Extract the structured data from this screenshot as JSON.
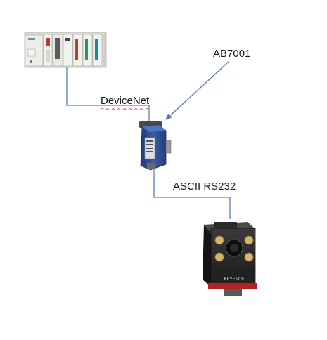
{
  "labels": {
    "gateway_model": "AB7001",
    "fieldbus": "DeviceNet",
    "serial_link": "ASCII RS232"
  },
  "devices": {
    "plc_rack": {
      "icon": "plc-rack-icon"
    },
    "gateway": {
      "icon": "gateway-module-icon"
    },
    "camera": {
      "icon": "vision-camera-icon",
      "brand_text": "KEYENCE"
    }
  },
  "colors": {
    "connector_line": "#5b7fc4",
    "gateway_body": "#2c4a8c",
    "plc_accent_red": "#c0392b",
    "plc_accent_green": "#1e9e5a",
    "plc_accent_teal": "#0f8f9a",
    "camera_body": "#1e1e1e",
    "camera_base": "#b22222"
  }
}
